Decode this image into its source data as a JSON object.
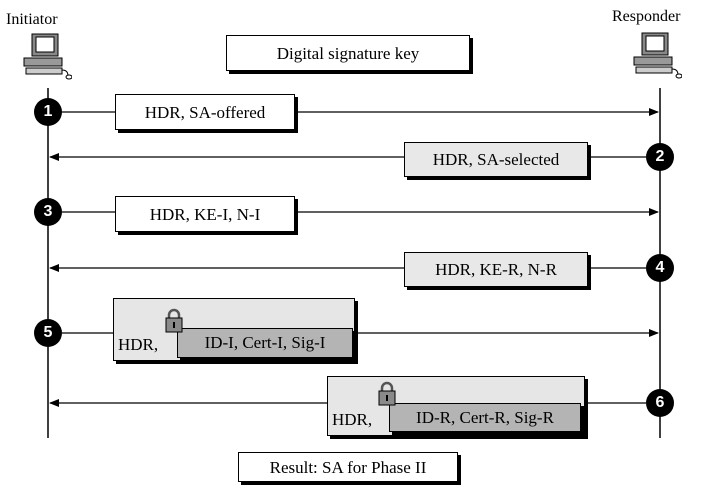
{
  "title": "Digital signature key",
  "initiator": {
    "label": "Initiator",
    "icon": "computer-icon"
  },
  "responder": {
    "label": "Responder",
    "icon": "computer-icon"
  },
  "messages": [
    {
      "step": "1",
      "text": "HDR, SA-offered"
    },
    {
      "step": "2",
      "text": "HDR, SA-selected"
    },
    {
      "step": "3",
      "text": "HDR, KE-I, N-I"
    },
    {
      "step": "4",
      "text": "HDR, KE-R, N-R"
    },
    {
      "step": "5",
      "hdr": "HDR,",
      "encrypted": "ID-I, Cert-I, Sig-I",
      "icon": "lock-icon"
    },
    {
      "step": "6",
      "hdr": "HDR,",
      "encrypted": "ID-R, Cert-R, Sig-R",
      "icon": "lock-icon"
    }
  ],
  "result": "Result: SA for Phase II"
}
